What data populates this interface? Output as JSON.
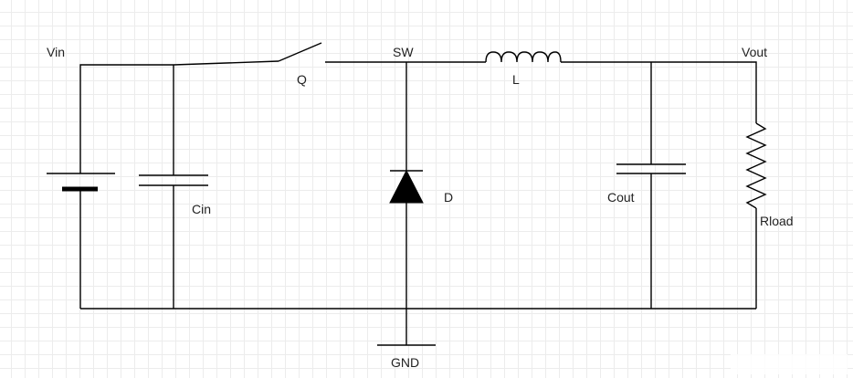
{
  "diagram": {
    "labels": {
      "vin": "Vin",
      "q": "Q",
      "sw": "SW",
      "l": "L",
      "vout": "Vout",
      "cin": "Cin",
      "d": "D",
      "cout": "Cout",
      "rload": "Rload",
      "gnd": "GND"
    }
  }
}
